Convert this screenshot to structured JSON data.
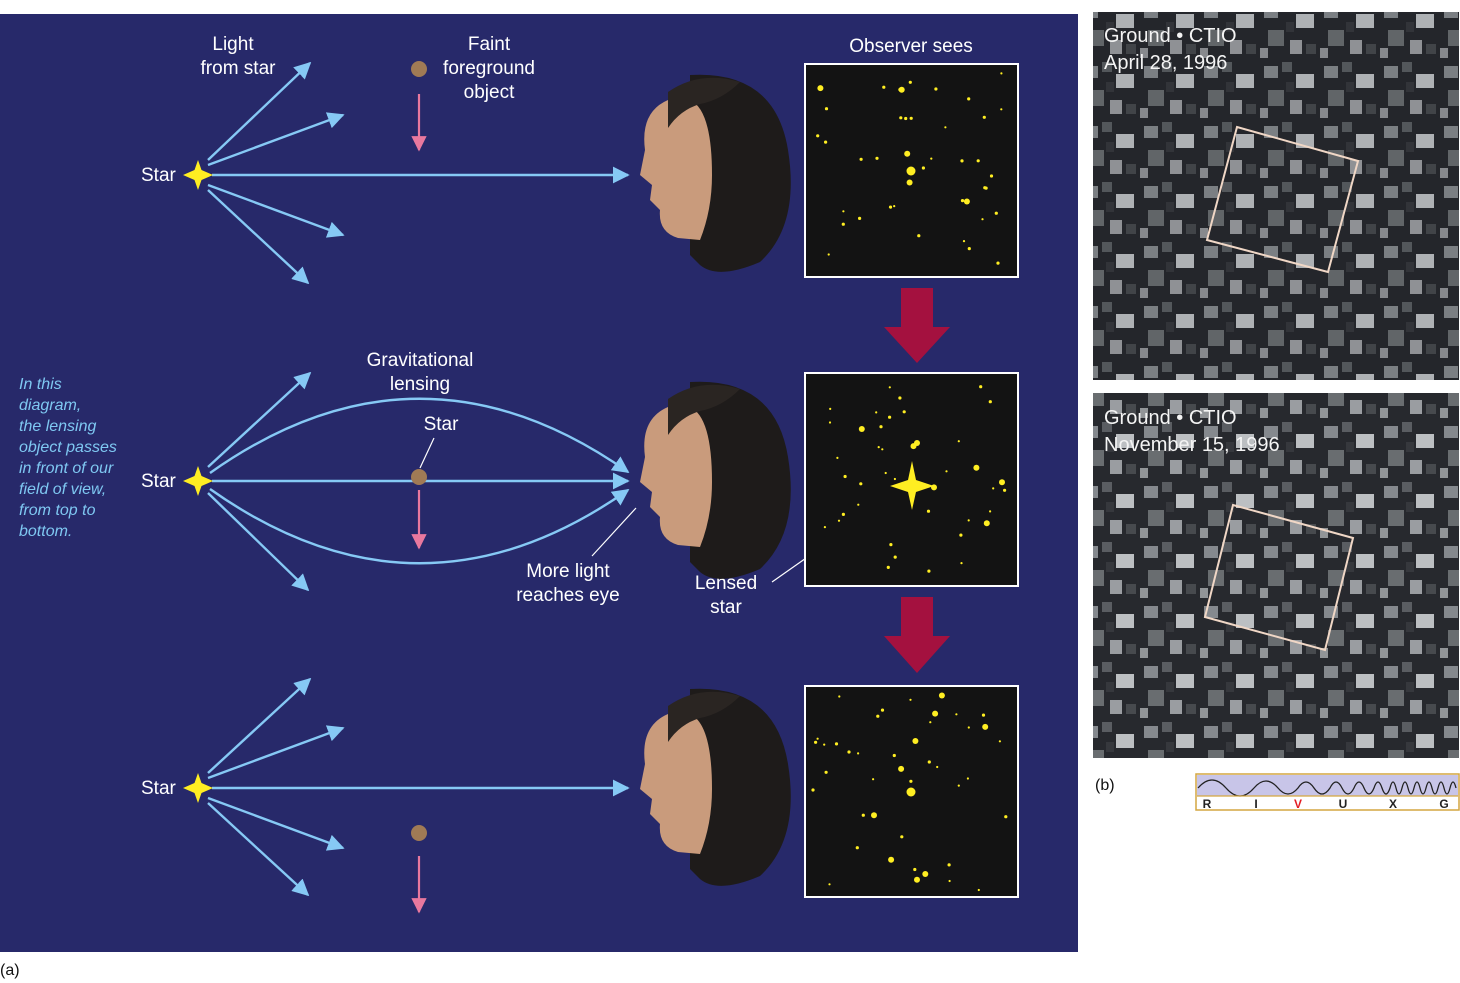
{
  "panel_a": {
    "caption": "(a)",
    "note_lines": [
      "In this",
      "diagram,",
      "the lensing",
      "object passes",
      "in front of our",
      "field of view,",
      "from top to",
      "bottom."
    ],
    "row1": {
      "star_label": "Star",
      "light_lines": [
        "Light",
        "from star"
      ],
      "object_lines": [
        "Faint",
        "foreground",
        "object"
      ],
      "observer_title": "Observer sees"
    },
    "row2": {
      "star_label": "Star",
      "lensing_lines": [
        "Gravitational",
        "lensing"
      ],
      "lens_label": "Star",
      "more_light_lines": [
        "More light",
        "reaches eye"
      ],
      "lensed_lines": [
        "Lensed",
        "star"
      ]
    },
    "row3": {
      "star_label": "Star"
    }
  },
  "panel_b": {
    "caption": "(b)",
    "photo1": {
      "line1": "Ground • CTIO",
      "line2": "April 28, 1996"
    },
    "photo2": {
      "line1": "Ground • CTIO",
      "line2": "November 15, 1996"
    },
    "band_letters": [
      "R",
      "I",
      "V",
      "U",
      "X",
      "G"
    ],
    "highlight_band": "V"
  },
  "colors": {
    "background": "#27296a",
    "light_ray": "#86c9f5",
    "motion_arrow": "#e8789e",
    "lens_object": "#a07a55",
    "star": "#ffee22",
    "transition_arrow": "#a4113f",
    "note_text": "#7fc8f2"
  }
}
